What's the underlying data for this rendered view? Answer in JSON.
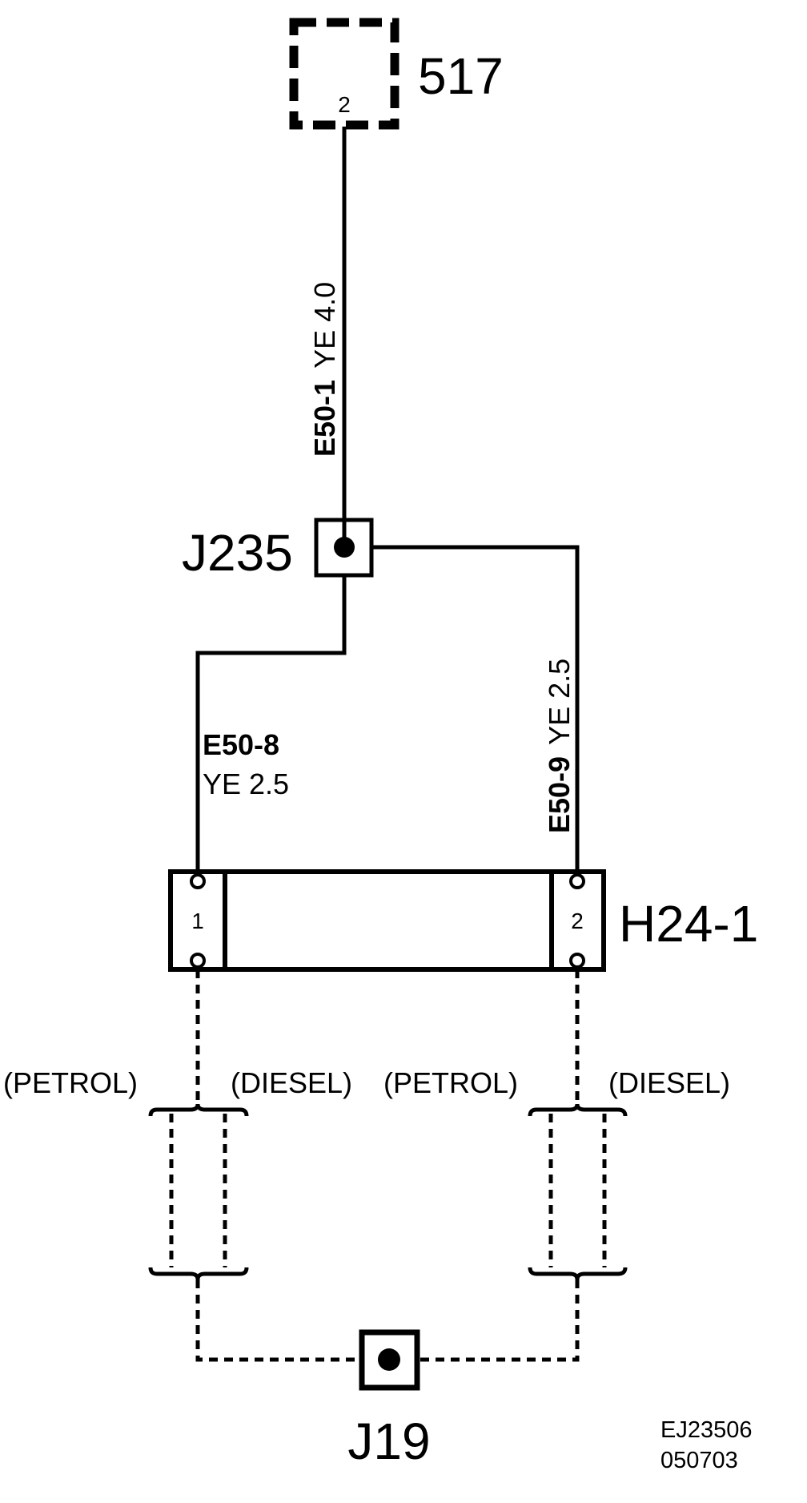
{
  "components": {
    "c517": {
      "label": "517",
      "pin": "2"
    },
    "j235": {
      "label": "J235"
    },
    "h24": {
      "label": "H24-1",
      "pin1": "1",
      "pin2": "2"
    },
    "j19": {
      "label": "J19"
    }
  },
  "wires": {
    "e50_1": {
      "id": "E50-1",
      "spec": "YE 4.0"
    },
    "e50_8": {
      "id": "E50-8",
      "spec": "YE 2.5"
    },
    "e50_9": {
      "id": "E50-9",
      "spec": "YE 2.5"
    }
  },
  "variants": {
    "left_petrol": "(PETROL)",
    "left_diesel": "(DIESEL)",
    "right_petrol": "(PETROL)",
    "right_diesel": "(DIESEL)"
  },
  "reference": {
    "code": "EJ23506",
    "date": "050703"
  },
  "colors": {
    "ink": "#000000",
    "background": "#ffffff"
  }
}
